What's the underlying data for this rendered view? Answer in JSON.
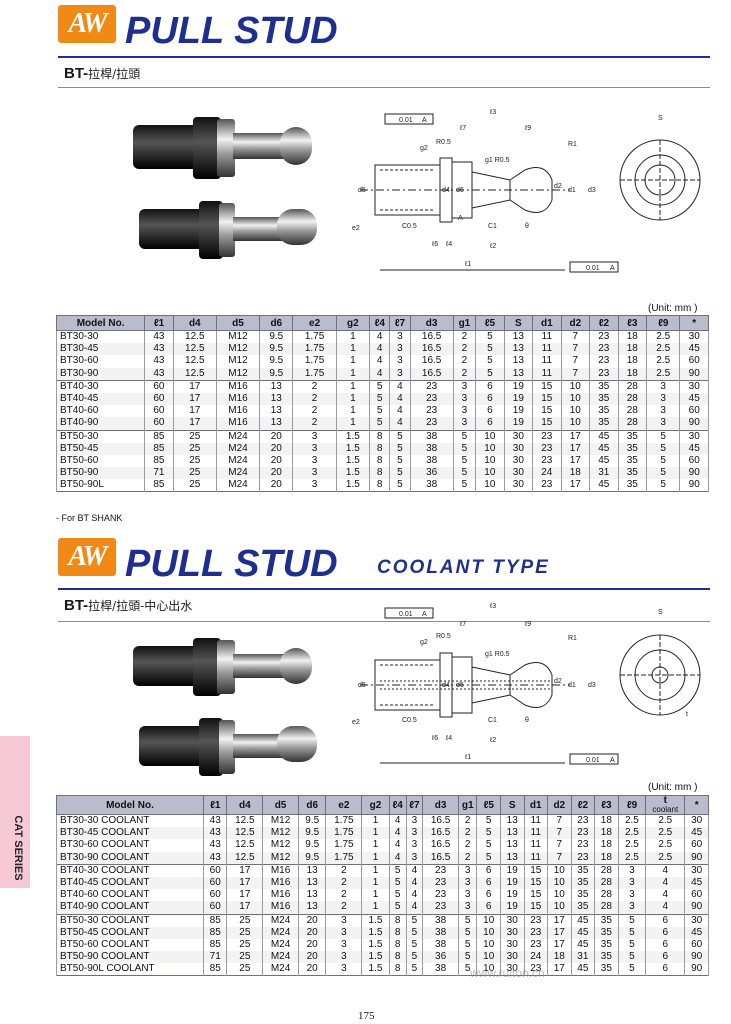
{
  "section1": {
    "logo": "AW",
    "title": "PULL STUD",
    "bt_prefix": "BT-",
    "bt_cn": "拉桿/拉頭",
    "unit": "(Unit: mm )",
    "note": "- For BT SHANK",
    "diagram_labels": [
      "0.01",
      "A",
      "ℓ3",
      "ℓ7",
      "ℓ9",
      "R1",
      "g2",
      "R0.5",
      "g1 R0.5",
      "d5",
      "d4",
      "d6",
      "d2",
      "d1",
      "d3",
      "e2",
      "C0.5",
      "ℓ6",
      "ℓ4",
      "A",
      "C1",
      "θ",
      "ℓ2",
      "ℓ1",
      "0.01",
      "A",
      "S"
    ]
  },
  "section2": {
    "logo": "AW",
    "title": "PULL STUD",
    "subtitle": "COOLANT TYPE",
    "bt_prefix": "BT-",
    "bt_cn": "拉桿/拉頭-中心出水",
    "unit": "(Unit: mm )",
    "diagram_labels": [
      "0.01",
      "A",
      "ℓ3",
      "ℓ7",
      "ℓ9",
      "R1",
      "g2",
      "R0.5",
      "g1 R0.5",
      "d5",
      "d4",
      "d6",
      "d2",
      "d1",
      "d3",
      "e2",
      "C0.5",
      "ℓ6",
      "ℓ4",
      "C1",
      "θ",
      "ℓ2",
      "ℓ1",
      "0.01",
      "A",
      "S",
      "t"
    ]
  },
  "table1": {
    "headers": [
      "Model No.",
      "ℓ1",
      "d4",
      "d5",
      "d6",
      "e2",
      "g2",
      "ℓ4",
      "ℓ7",
      "d3",
      "g1",
      "ℓ5",
      "S",
      "d1",
      "d2",
      "ℓ2",
      "ℓ3",
      "ℓ9",
      "*"
    ],
    "rows": [
      [
        "BT30-30",
        "43",
        "12.5",
        "M12",
        "9.5",
        "1.75",
        "1",
        "4",
        "3",
        "16.5",
        "2",
        "5",
        "13",
        "11",
        "7",
        "23",
        "18",
        "2.5",
        "30"
      ],
      [
        "BT30-45",
        "43",
        "12.5",
        "M12",
        "9.5",
        "1.75",
        "1",
        "4",
        "3",
        "16.5",
        "2",
        "5",
        "13",
        "11",
        "7",
        "23",
        "18",
        "2.5",
        "45"
      ],
      [
        "BT30-60",
        "43",
        "12.5",
        "M12",
        "9.5",
        "1.75",
        "1",
        "4",
        "3",
        "16.5",
        "2",
        "5",
        "13",
        "11",
        "7",
        "23",
        "18",
        "2.5",
        "60"
      ],
      [
        "BT30-90",
        "43",
        "12.5",
        "M12",
        "9.5",
        "1.75",
        "1",
        "4",
        "3",
        "16.5",
        "2",
        "5",
        "13",
        "11",
        "7",
        "23",
        "18",
        "2.5",
        "90"
      ],
      [
        "BT40-30",
        "60",
        "17",
        "M16",
        "13",
        "2",
        "1",
        "5",
        "4",
        "23",
        "3",
        "6",
        "19",
        "15",
        "10",
        "35",
        "28",
        "3",
        "30"
      ],
      [
        "BT40-45",
        "60",
        "17",
        "M16",
        "13",
        "2",
        "1",
        "5",
        "4",
        "23",
        "3",
        "6",
        "19",
        "15",
        "10",
        "35",
        "28",
        "3",
        "45"
      ],
      [
        "BT40-60",
        "60",
        "17",
        "M16",
        "13",
        "2",
        "1",
        "5",
        "4",
        "23",
        "3",
        "6",
        "19",
        "15",
        "10",
        "35",
        "28",
        "3",
        "60"
      ],
      [
        "BT40-90",
        "60",
        "17",
        "M16",
        "13",
        "2",
        "1",
        "5",
        "4",
        "23",
        "3",
        "6",
        "19",
        "15",
        "10",
        "35",
        "28",
        "3",
        "90"
      ],
      [
        "BT50-30",
        "85",
        "25",
        "M24",
        "20",
        "3",
        "1.5",
        "8",
        "5",
        "38",
        "5",
        "10",
        "30",
        "23",
        "17",
        "45",
        "35",
        "5",
        "30"
      ],
      [
        "BT50-45",
        "85",
        "25",
        "M24",
        "20",
        "3",
        "1.5",
        "8",
        "5",
        "38",
        "5",
        "10",
        "30",
        "23",
        "17",
        "45",
        "35",
        "5",
        "45"
      ],
      [
        "BT50-60",
        "85",
        "25",
        "M24",
        "20",
        "3",
        "1.5",
        "8",
        "5",
        "38",
        "5",
        "10",
        "30",
        "23",
        "17",
        "45",
        "35",
        "5",
        "60"
      ],
      [
        "BT50-90",
        "71",
        "25",
        "M24",
        "20",
        "3",
        "1.5",
        "8",
        "5",
        "36",
        "5",
        "10",
        "30",
        "24",
        "18",
        "31",
        "35",
        "5",
        "90"
      ],
      [
        "BT50-90L",
        "85",
        "25",
        "M24",
        "20",
        "3",
        "1.5",
        "8",
        "5",
        "38",
        "5",
        "10",
        "30",
        "23",
        "17",
        "45",
        "35",
        "5",
        "90"
      ]
    ]
  },
  "table2": {
    "headers": [
      "Model No.",
      "ℓ1",
      "d4",
      "d5",
      "d6",
      "e2",
      "g2",
      "ℓ4",
      "ℓ7",
      "d3",
      "g1",
      "ℓ5",
      "S",
      "d1",
      "d2",
      "ℓ2",
      "ℓ3",
      "ℓ9",
      "t",
      "*"
    ],
    "t_sub": "coolant",
    "rows": [
      [
        "BT30-30 COOLANT",
        "43",
        "12.5",
        "M12",
        "9.5",
        "1.75",
        "1",
        "4",
        "3",
        "16.5",
        "2",
        "5",
        "13",
        "11",
        "7",
        "23",
        "18",
        "2.5",
        "2.5",
        "30"
      ],
      [
        "BT30-45 COOLANT",
        "43",
        "12.5",
        "M12",
        "9.5",
        "1.75",
        "1",
        "4",
        "3",
        "16.5",
        "2",
        "5",
        "13",
        "11",
        "7",
        "23",
        "18",
        "2.5",
        "2.5",
        "45"
      ],
      [
        "BT30-60 COOLANT",
        "43",
        "12.5",
        "M12",
        "9.5",
        "1.75",
        "1",
        "4",
        "3",
        "16.5",
        "2",
        "5",
        "13",
        "11",
        "7",
        "23",
        "18",
        "2.5",
        "2.5",
        "60"
      ],
      [
        "BT30-90 COOLANT",
        "43",
        "12.5",
        "M12",
        "9.5",
        "1.75",
        "1",
        "4",
        "3",
        "16.5",
        "2",
        "5",
        "13",
        "11",
        "7",
        "23",
        "18",
        "2.5",
        "2.5",
        "90"
      ],
      [
        "BT40-30 COOLANT",
        "60",
        "17",
        "M16",
        "13",
        "2",
        "1",
        "5",
        "4",
        "23",
        "3",
        "6",
        "19",
        "15",
        "10",
        "35",
        "28",
        "3",
        "4",
        "30"
      ],
      [
        "BT40-45 COOLANT",
        "60",
        "17",
        "M16",
        "13",
        "2",
        "1",
        "5",
        "4",
        "23",
        "3",
        "6",
        "19",
        "15",
        "10",
        "35",
        "28",
        "3",
        "4",
        "45"
      ],
      [
        "BT40-60 COOLANT",
        "60",
        "17",
        "M16",
        "13",
        "2",
        "1",
        "5",
        "4",
        "23",
        "3",
        "6",
        "19",
        "15",
        "10",
        "35",
        "28",
        "3",
        "4",
        "60"
      ],
      [
        "BT40-90 COOLANT",
        "60",
        "17",
        "M16",
        "13",
        "2",
        "1",
        "5",
        "4",
        "23",
        "3",
        "6",
        "19",
        "15",
        "10",
        "35",
        "28",
        "3",
        "4",
        "90"
      ],
      [
        "BT50-30 COOLANT",
        "85",
        "25",
        "M24",
        "20",
        "3",
        "1.5",
        "8",
        "5",
        "38",
        "5",
        "10",
        "30",
        "23",
        "17",
        "45",
        "35",
        "5",
        "6",
        "30"
      ],
      [
        "BT50-45 COOLANT",
        "85",
        "25",
        "M24",
        "20",
        "3",
        "1.5",
        "8",
        "5",
        "38",
        "5",
        "10",
        "30",
        "23",
        "17",
        "45",
        "35",
        "5",
        "6",
        "45"
      ],
      [
        "BT50-60 COOLANT",
        "85",
        "25",
        "M24",
        "20",
        "3",
        "1.5",
        "8",
        "5",
        "38",
        "5",
        "10",
        "30",
        "23",
        "17",
        "45",
        "35",
        "5",
        "6",
        "60"
      ],
      [
        "BT50-90 COOLANT",
        "71",
        "25",
        "M24",
        "20",
        "3",
        "1.5",
        "8",
        "5",
        "36",
        "5",
        "10",
        "30",
        "24",
        "18",
        "31",
        "35",
        "5",
        "6",
        "90"
      ],
      [
        "BT50-90L COOLANT",
        "85",
        "25",
        "M24",
        "20",
        "3",
        "1.5",
        "8",
        "5",
        "38",
        "5",
        "10",
        "30",
        "23",
        "17",
        "45",
        "35",
        "5",
        "6",
        "90"
      ]
    ]
  },
  "side_tab": "CAT SERIES",
  "page_number": "175",
  "watermark": "www.ruiton.cn",
  "colors": {
    "brand_blue": "#1e2f8f",
    "logo_orange": "#f08a14",
    "header_gray": "#b9bccd",
    "side_pink": "#f7c9d7"
  }
}
